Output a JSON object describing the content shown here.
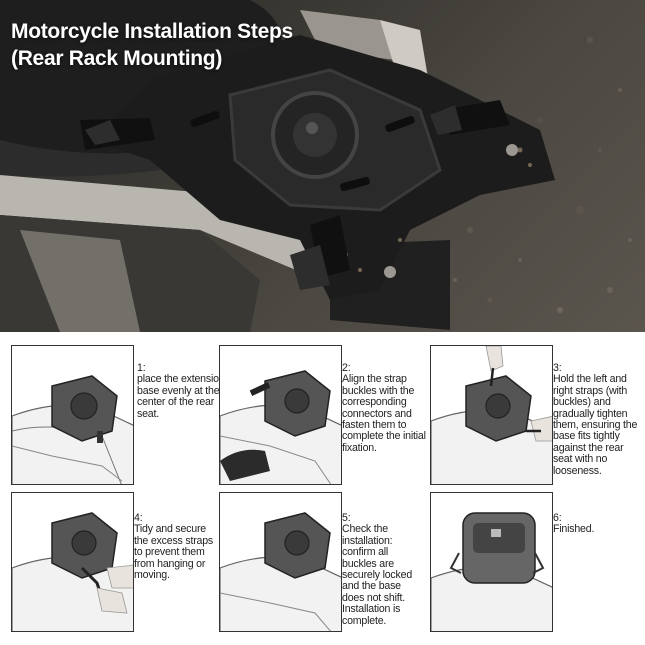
{
  "hero": {
    "title_line1": "Motorcycle Installation Steps",
    "title_line2": "(Rear Rack Mounting)"
  },
  "steps": [
    {
      "number": "1:",
      "text": "place the extension base evenly at the center of the rear seat."
    },
    {
      "number": "2:",
      "text": "Align the strap buckles with the corresponding connectors and fasten them to complete the initial fixation."
    },
    {
      "number": "3:",
      "text": "Hold the left and right straps (with buckles) and gradually tighten them, ensuring the base fits tightly against the rear seat with no looseness."
    },
    {
      "number": "4:",
      "text": "Tidy and secure the excess straps to prevent them from hanging or moving."
    },
    {
      "number": "5:",
      "text": "Check the installation: confirm all buckles are securely locked and the base does not shift. Installation is complete."
    },
    {
      "number": "6:",
      "text": "Finished."
    }
  ],
  "colors": {
    "title_text": "#ffffff",
    "border": "#333333",
    "body_text": "#222222",
    "base_plate": "#1c1c1c"
  }
}
